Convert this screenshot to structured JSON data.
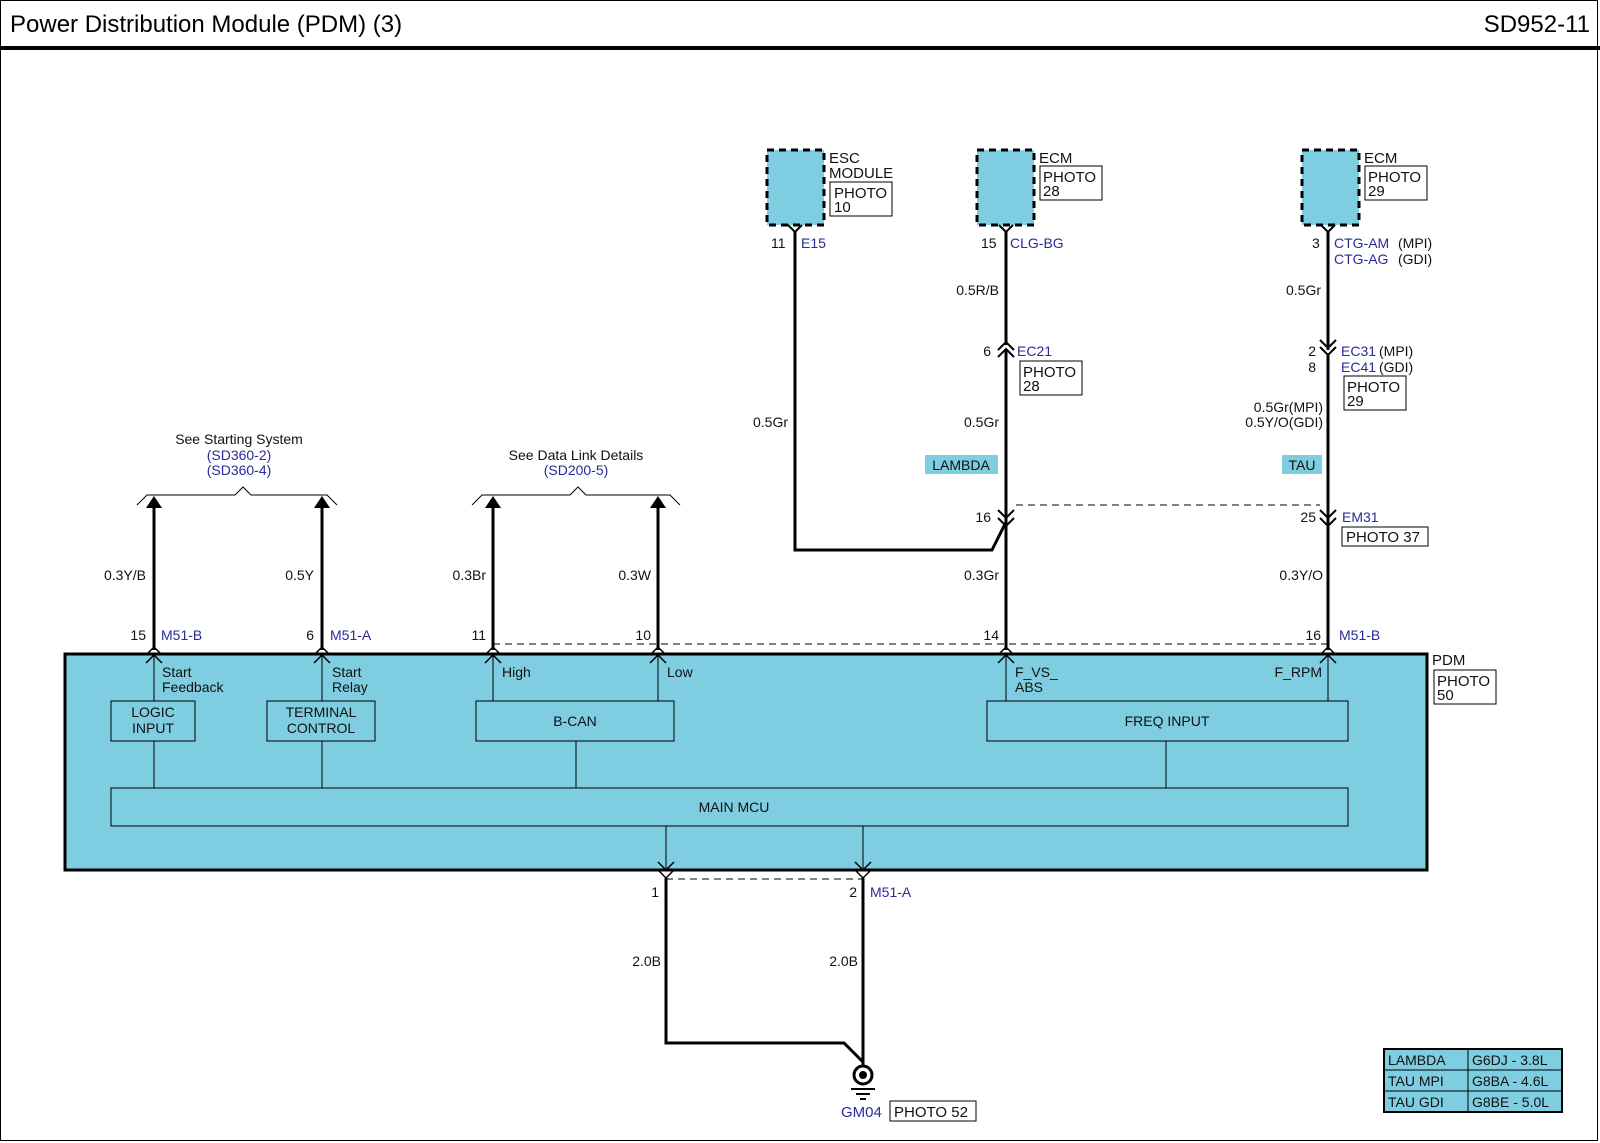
{
  "header": {
    "title": "Power Distribution Module (PDM) (3)",
    "doc_id": "SD952-11"
  },
  "colors": {
    "module_fill": "#7ecde0",
    "wire": "#000000",
    "connector_text": "#2a2a9a"
  },
  "components": {
    "esc": {
      "name_line1": "ESC",
      "name_line2": "MODULE",
      "photo_line1": "PHOTO",
      "photo_line2": "10",
      "pin": "11",
      "connector": "E15"
    },
    "ecm1": {
      "name": "ECM",
      "photo_line1": "PHOTO",
      "photo_line2": "28",
      "pin": "15",
      "connector": "CLG-BG"
    },
    "ecm2": {
      "name": "ECM",
      "photo_line1": "PHOTO",
      "photo_line2": "29",
      "pin": "3",
      "connector1": "CTG-AM",
      "connector1_suffix": "(MPI)",
      "connector2": "CTG-AG",
      "connector2_suffix": "(GDI)"
    },
    "pdm": {
      "name": "PDM",
      "photo_line1": "PHOTO",
      "photo_line2": "50"
    }
  },
  "wires": {
    "esc_wire": "0.5Gr",
    "ecm1_upper": "0.5R/B",
    "ecm1_lower": "0.5Gr",
    "ecm2_upper": "0.5Gr",
    "ecm2_lower_mpi": "0.5Gr(MPI)",
    "ecm2_lower_gdi": "0.5Y/O(GDI)",
    "f_vs_abs": "0.3Gr",
    "f_rpm": "0.3Y/O",
    "start_feedback": "0.3Y/B",
    "start_relay": "0.5Y",
    "can_high": "0.3Br",
    "can_low": "0.3W",
    "ground1": "2.0B",
    "ground2": "2.0B"
  },
  "connectors": {
    "ec21": {
      "pin": "6",
      "name": "EC21",
      "photo_line1": "PHOTO",
      "photo_line2": "28"
    },
    "ec31": {
      "pin_mpi": "2",
      "pin_gdi": "8",
      "name_mpi": "EC31",
      "suffix_mpi": "(MPI)",
      "name_gdi": "EC41",
      "suffix_gdi": "(GDI)",
      "photo_line1": "PHOTO",
      "photo_line2": "29"
    },
    "em31": {
      "pin_lambda": "16",
      "pin_tau": "25",
      "name": "EM31",
      "photo": "PHOTO 37"
    },
    "m51b_left": {
      "pin": "15",
      "name": "M51-B"
    },
    "m51a_left": {
      "pin": "6",
      "name": "M51-A"
    },
    "can_high": {
      "pin": "11"
    },
    "can_low": {
      "pin": "10"
    },
    "f_vs_abs": {
      "pin": "14"
    },
    "m51b_right": {
      "pin": "16",
      "name": "M51-B"
    },
    "ground_a": {
      "pin1": "1",
      "pin2": "2",
      "name": "M51-A"
    },
    "ground": {
      "name": "GM04",
      "photo": "PHOTO 52"
    }
  },
  "tags": {
    "lambda": "LAMBDA",
    "tau": "TAU"
  },
  "references": {
    "starting": {
      "label": "See Starting System",
      "ref1": "(SD360-2)",
      "ref2": "(SD360-4)"
    },
    "datalink": {
      "label": "See Data Link Details",
      "ref1": "(SD200-5)"
    }
  },
  "internal": {
    "start_feedback_l1": "Start",
    "start_feedback_l2": "Feedback",
    "start_relay_l1": "Start",
    "start_relay_l2": "Relay",
    "high": "High",
    "low": "Low",
    "f_vs_abs_l1": "F_VS_",
    "f_vs_abs_l2": "ABS",
    "f_rpm": "F_RPM",
    "logic_input_l1": "LOGIC",
    "logic_input_l2": "INPUT",
    "terminal_control_l1": "TERMINAL",
    "terminal_control_l2": "CONTROL",
    "b_can": "B-CAN",
    "freq_input": "FREQ INPUT",
    "main_mcu": "MAIN MCU"
  },
  "legend": {
    "rows": [
      {
        "engine": "LAMBDA",
        "code": "G6DJ - 3.8L"
      },
      {
        "engine": "TAU MPI",
        "code": "G8BA - 4.6L"
      },
      {
        "engine": "TAU GDI",
        "code": "G8BE - 5.0L"
      }
    ]
  }
}
